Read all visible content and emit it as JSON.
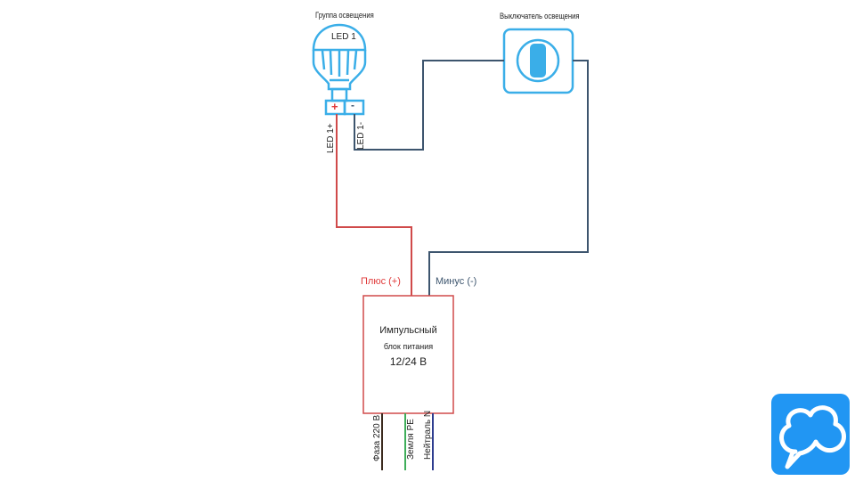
{
  "diagram": {
    "bulb": {
      "group_label": "Группа освещения",
      "name": "LED 1",
      "terminal_plus": "+",
      "terminal_minus": "-",
      "wire_plus_label": "LED 1+",
      "wire_minus_label": "LED 1-"
    },
    "switch": {
      "label": "Выключатель освещения"
    },
    "psu": {
      "plus_label": "Плюс (+)",
      "minus_label": "Минус (-)",
      "line1": "Импульсный",
      "line2": "блок питания",
      "line3": "12/24 В",
      "inputs": [
        {
          "label": "Фаза 220 В",
          "color": "#3b2a1e"
        },
        {
          "label": "Земля PE",
          "color": "#3fae5a"
        },
        {
          "label": "Нейтраль N",
          "color": "#2e3d8f"
        }
      ]
    },
    "colors": {
      "accent_blue": "#3aaee8",
      "plus_wire": "#d04a4a",
      "minus_wire": "#3d556e",
      "plus_text": "#e03a3a",
      "minus_text": "#3d556e",
      "logo_bg": "#2196f3"
    },
    "logo": {
      "icon": "clover-logo-icon"
    }
  }
}
